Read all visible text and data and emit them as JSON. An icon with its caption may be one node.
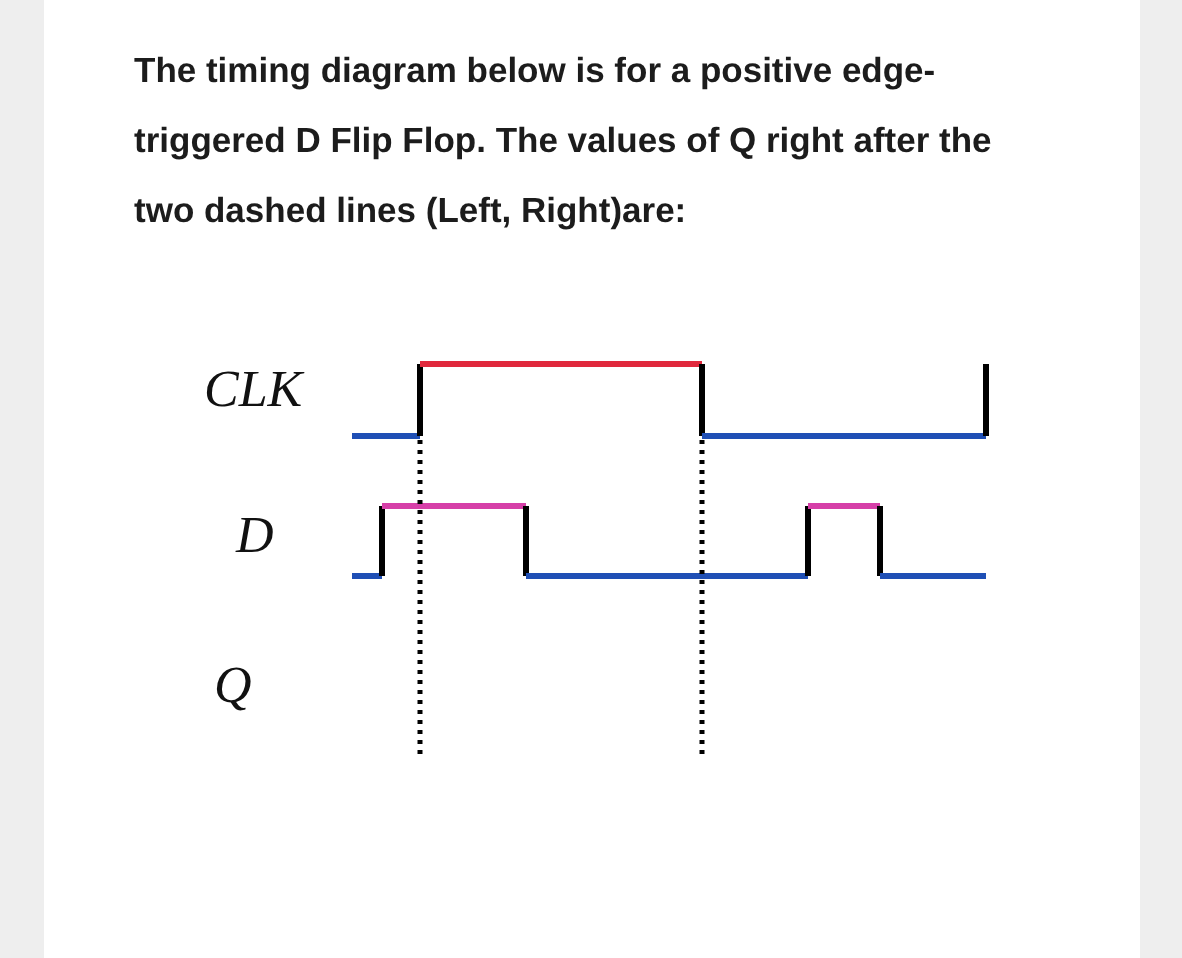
{
  "diagram": {
    "title": "The timing diagram below is for a positive edge-triggered D Flip Flop. The values of Q right after the two dashed lines (Left, Right)are:",
    "labels": [
      "CLK",
      "D",
      "Q"
    ]
  }
}
